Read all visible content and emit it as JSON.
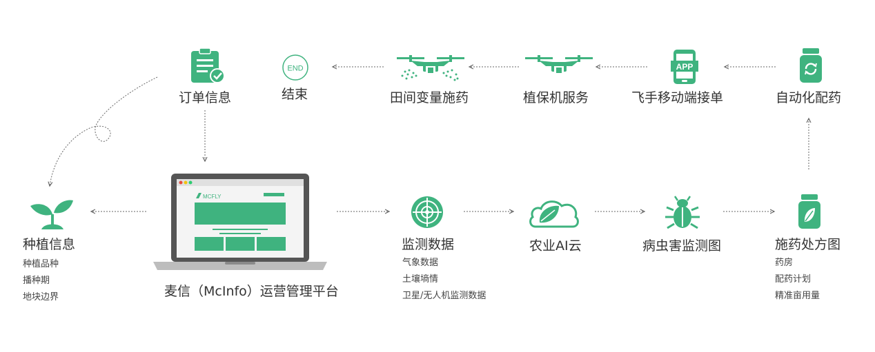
{
  "nodes": {
    "order_info": {
      "label": "订单信息"
    },
    "end": {
      "badge": "END",
      "label": "结束"
    },
    "field_spray": {
      "label": "田间变量施药"
    },
    "plant_protection": {
      "label": "植保机服务"
    },
    "app_order": {
      "badge": "APP",
      "label": "飞手移动端接单"
    },
    "auto_mix": {
      "label": "自动化配药"
    },
    "planting_info": {
      "label": "种植信息",
      "details": [
        "种植品种",
        "播种期",
        "地块边界"
      ]
    },
    "platform": {
      "label": "麦信（McInfo）运营管理平台",
      "brand": "MCFLY"
    },
    "monitoring": {
      "label": "监测数据",
      "details": [
        "气象数据",
        "土壤墒情",
        "卫星/无人机监测数据"
      ]
    },
    "ai_cloud": {
      "label": "农业AI云"
    },
    "pest_map": {
      "label": "病虫害监测图"
    },
    "prescription": {
      "label": "施药处方图",
      "details": [
        "药房",
        "配药计划",
        "精准亩用量"
      ]
    }
  },
  "colors": {
    "accent": "#3fb37f",
    "arrow": "#666666",
    "text": "#333333"
  }
}
